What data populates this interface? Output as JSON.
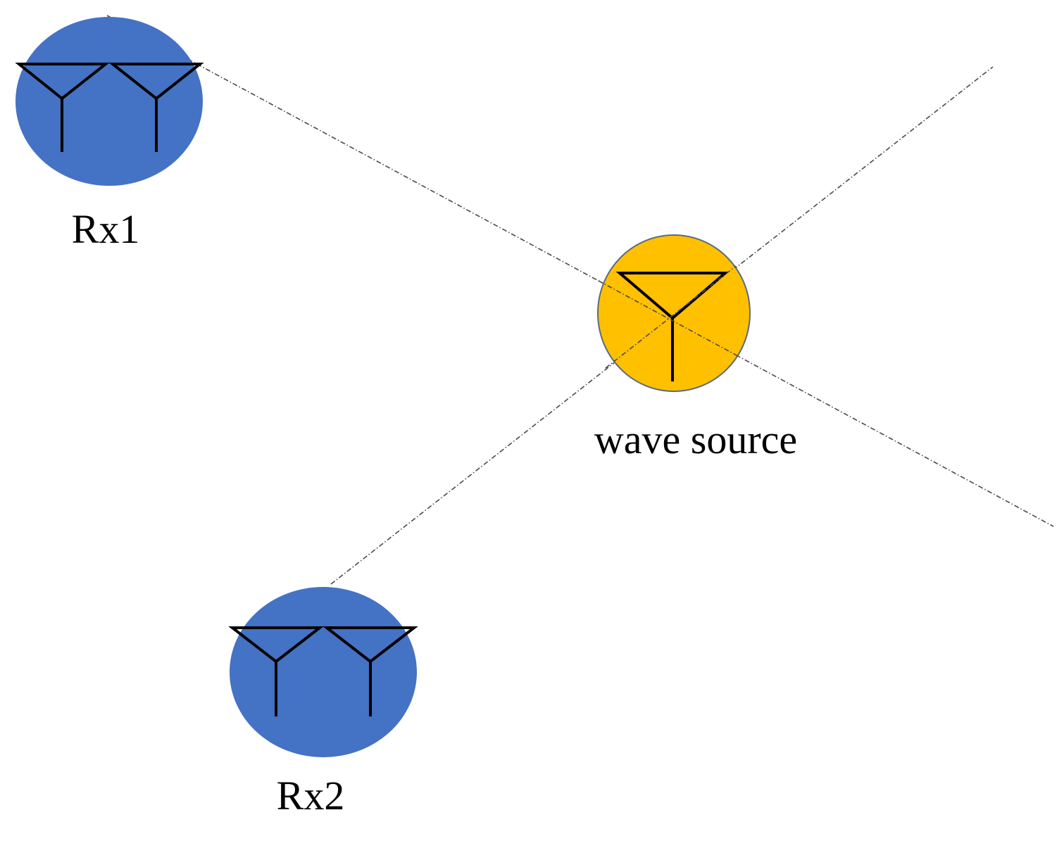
{
  "diagram": {
    "receivers": [
      {
        "label": "Rx1",
        "antenna_count": 2,
        "icon": "receiver-antenna-pair-icon"
      },
      {
        "label": "Rx2",
        "antenna_count": 2,
        "icon": "receiver-antenna-pair-icon"
      }
    ],
    "source": {
      "label": "wave source",
      "antenna_count": 1,
      "icon": "transmitter-antenna-icon"
    },
    "bearing_lines": [
      {
        "from": "Rx1",
        "through": "wave source",
        "style": "dash-dot"
      },
      {
        "from": "Rx2",
        "through": "wave source",
        "style": "dash-dot"
      }
    ],
    "colors": {
      "receiver_fill": "#4472c4",
      "source_fill": "#ffc000",
      "source_outline": "#5a6a80",
      "antenna_stroke": "#000000",
      "bearing_line": "#4a4a4a",
      "background": "#ffffff"
    }
  }
}
